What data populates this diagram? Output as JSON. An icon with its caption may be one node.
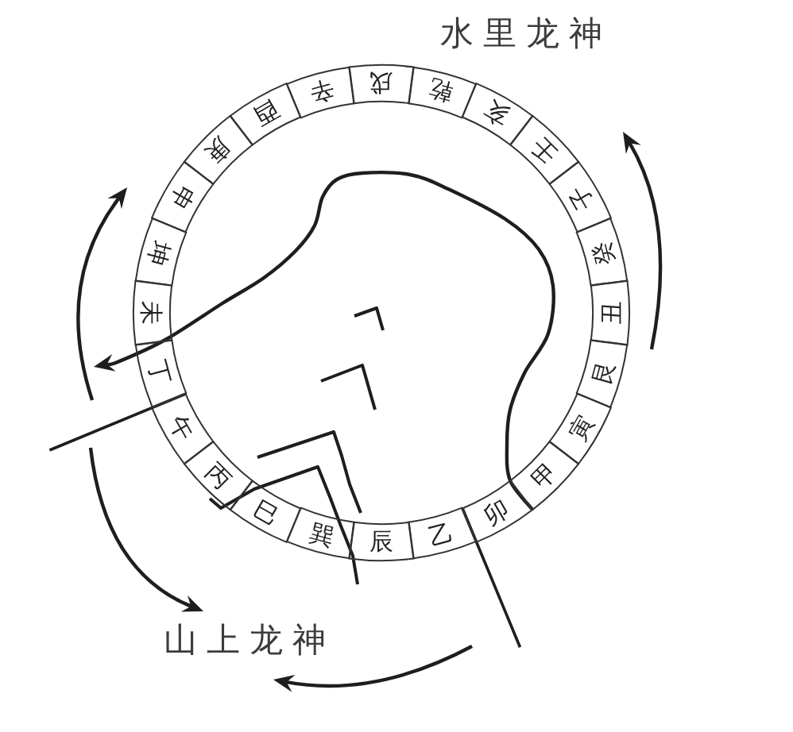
{
  "diagram": {
    "nodes": [
      {
        "text": [
          "戌"
        ]
      },
      {
        "text": [
          "乾"
        ]
      },
      {
        "text": [
          "亥"
        ]
      },
      {
        "text": [
          "壬"
        ]
      },
      {
        "text": [
          "子"
        ]
      },
      {
        "text": [
          "癸"
        ]
      },
      {
        "text": [
          "丑"
        ]
      },
      {
        "text": [
          "艮"
        ]
      },
      {
        "text": [
          "寅"
        ]
      },
      {
        "text": [
          "甲"
        ]
      },
      {
        "text": [
          "卯"
        ]
      },
      {
        "text": [
          "乙"
        ]
      },
      {
        "text": [
          "辰"
        ]
      },
      {
        "text": [
          "巽"
        ]
      },
      {
        "text": [
          "巳"
        ]
      },
      {
        "text": [
          "丙"
        ]
      },
      {
        "text": [
          "午"
        ]
      },
      {
        "text": [
          "丁"
        ]
      },
      {
        "text": [
          "未"
        ]
      },
      {
        "text": [
          "坤"
        ]
      },
      {
        "text": [
          "申"
        ]
      },
      {
        "text": [
          "庚"
        ]
      },
      {
        "text": [
          "酉"
        ]
      },
      {
        "text": [
          "辛"
        ]
      }
    ],
    "labels": [
      "水里龙神",
      "山上龙神"
    ]
  }
}
